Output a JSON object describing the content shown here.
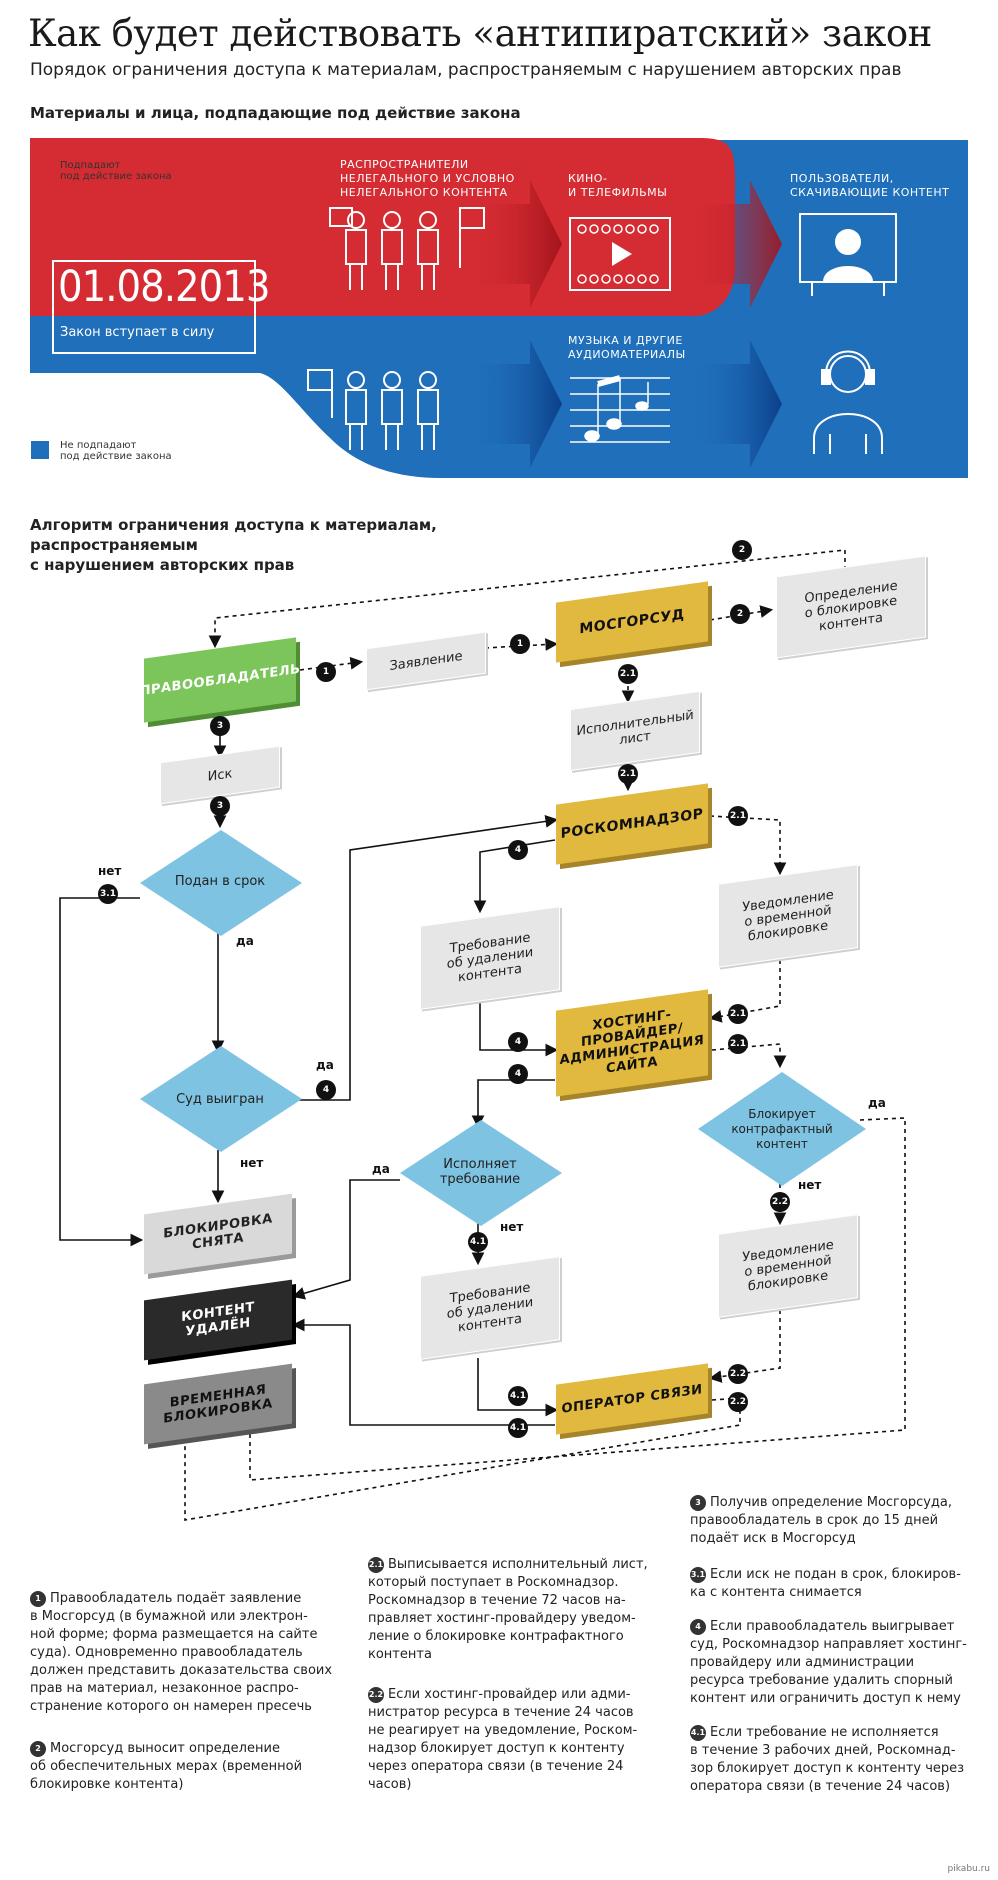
{
  "header": {
    "title": "Как будет действовать «антипиратский» закон",
    "subtitle": "Порядок ограничения доступа к материалам, распространяемым с нарушением авторских прав"
  },
  "section1": {
    "title": "Материалы и лица, подпадающие под действие закона",
    "legend_red": "Подпадают\nпод действие закона",
    "legend_blue": "Не подпадают\nпод действие закона",
    "date": "01.08.2013",
    "date_sub": "Закон вступает в силу",
    "label_distributors": "РАСПРОСТРАНИТЕЛИ\nНЕЛЕГАЛЬНОГО И УСЛОВНО\nНЕЛЕГАЛЬНОГО КОНТЕНТА",
    "label_films": "КИНО-\nИ ТЕЛЕФИЛЬМЫ",
    "label_users": "ПОЛЬЗОВАТЕЛИ,\nСКАЧИВАЮЩИЕ КОНТЕНТ",
    "label_music": "МУЗЫКА И ДРУГИЕ\nАУДИОМАТЕРИАЛЫ",
    "colors": {
      "red": "#d52b33",
      "blue": "#1f6fba"
    }
  },
  "section2": {
    "title": "Алгоритм ограничения доступа к материалам, распространяемым\nс нарушением авторских прав"
  },
  "nodes": {
    "rightholder": "ПРАВООБЛАДАТЕЛЬ",
    "mosgorsud": "МОСГОРСУД",
    "roskomnadzor": "РОСКОМНАДЗОР",
    "hosting": "ХОСТИНГ-\nПРОВАЙДЕР/\nАДМИНИСТРАЦИЯ\nСАЙТА",
    "operator": "ОПЕРАТОР СВЯЗИ",
    "block_removed": "БЛОКИРОВКА\nСНЯТА",
    "content_deleted": "КОНТЕНТ\nУДАЛЁН",
    "temp_block": "ВРЕМЕННАЯ\nБЛОКИРОВКА",
    "application": "Заявление",
    "determination": "Определение\nо блокировке\nконтента",
    "writ": "Исполнительный\nлист",
    "lawsuit": "Иск",
    "demand1": "Требование\nоб удалении\nконтента",
    "demand2": "Требование\nоб удалении\nконтента",
    "notice1": "Уведомление\nо временной\nблокировке",
    "notice2": "Уведомление\nо временной\nблокировке",
    "d_filed": "Подан в срок",
    "d_won": "Суд выигран",
    "d_complies": "Исполняет\nтребование",
    "d_infringing": "Блокирует\nконтрафактный\nконтент"
  },
  "labels": {
    "yes": "да",
    "no": "нет"
  },
  "badges": {
    "b1": "1",
    "b2": "2",
    "b21": "2.1",
    "b22": "2.2",
    "b3": "3",
    "b31": "3.1",
    "b4": "4",
    "b41": "4.1"
  },
  "notes": {
    "n1": "Правообладатель подаёт заявление\nв Мосгорсуд (в бумажной или электрон-\nной форме; форма размещается на сайте\nсуда). Одновременно правообладатель\nдолжен представить доказательства своих\nправ на материал, незаконное распро-\nстранение которого он намерен пресечь",
    "n2": "Мосгорсуд выносит определение\nоб обеспечительных мерах (временной\nблокировке контента)",
    "n21": "Выписывается исполнительный лист,\nкоторый поступает в Роскомнадзор.\nРоскомнадзор в течение 72 часов на-\nправляет хостинг-провайдеру уведом-\nление о блокировке контрафактного\nконтента",
    "n22": "Если хостинг-провайдер или адми-\nнистратор ресурса в течение 24 часов\nне реагирует на уведомление, Роском-\nнадзор блокирует доступ к контенту\nчерез оператора связи (в течение 24\nчасов)",
    "n3": "Получив определение Мосгорсуда,\nправообладатель в срок до 15 дней\nподаёт иск в Мосгорсуд",
    "n31": "Если иск не подан в срок, блокиров-\nка с контента снимается",
    "n4": "Если правообладатель выигрывает\nсуд, Роскомнадзор направляет хостинг-\nпровайдеру или администрации\nресурса требование удалить спорный\nконтент или ограничить доступ к нему",
    "n41": "Если требование не исполняется\nв течение 3 рабочих дней, Роскомнад-\nзор блокирует доступ к контенту через\nоператора связи (в течение 24 часов)"
  },
  "watermark": "pikabu.ru"
}
